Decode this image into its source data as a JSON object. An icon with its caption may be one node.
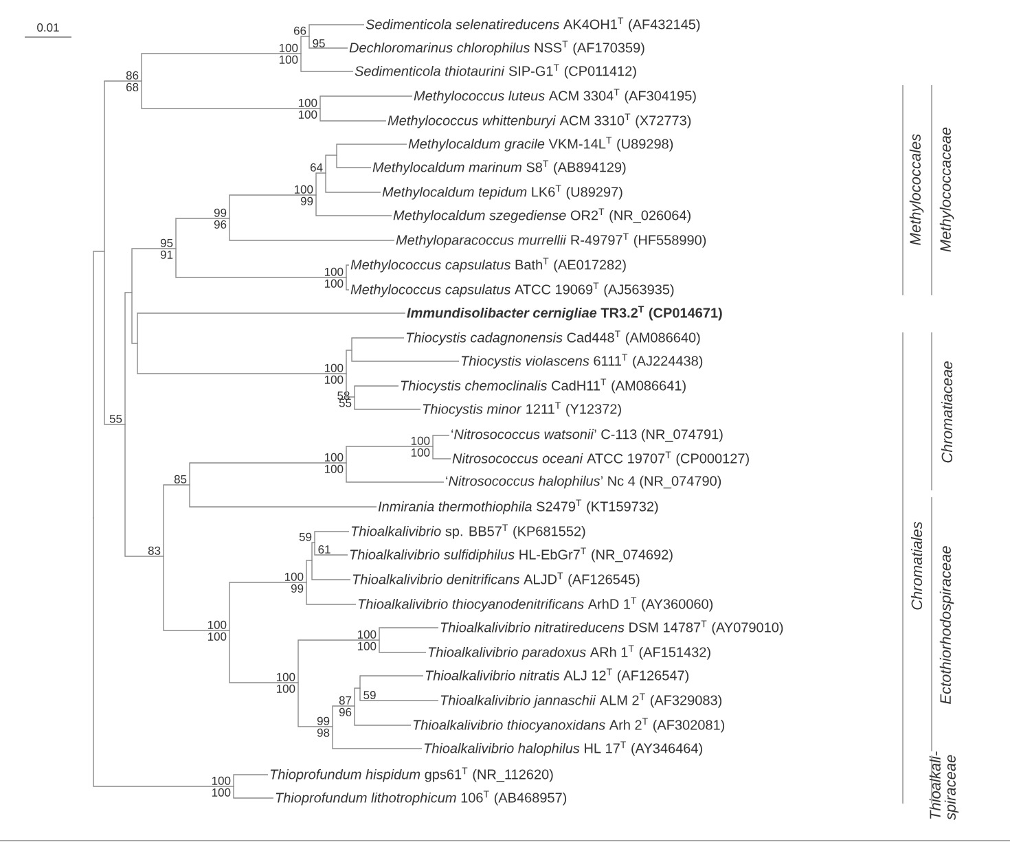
{
  "diagram": {
    "nodes": [
      {
        "text": [
          "*Sedimenticola selenatireducens* AK4OH1$^{T}$ (AF432145)"
        ]
      },
      {
        "text": [
          "*Dechloromarinus chlorophilus* NSS$^{T}$ (AF170359)"
        ]
      },
      {
        "text": [
          "*Sedimenticola thiotaurini* SIP-G1$^{T}$ (CP011412)"
        ]
      },
      {
        "text": [
          "*Methylococcus luteus* ACM 3304$^{T}$ (AF304195)"
        ]
      },
      {
        "text": [
          "*Methylococcus whittenburyi* ACM 3310$^{T}$ (X72773)"
        ]
      },
      {
        "text": [
          "*Methylocaldum gracile* VKM-14L$^{T}$ (U89298)"
        ]
      },
      {
        "text": [
          "*Methylocaldum marinum* S8$^{T}$ (AB894129)"
        ]
      },
      {
        "text": [
          "*Methylocaldum tepidum* LK6$^{T}$ (U89297)"
        ]
      },
      {
        "text": [
          "*Methylocaldum szegediense* OR2$^{T}$ (NR_026064)"
        ]
      },
      {
        "text": [
          "*Methyloparacoccus murrellii* R-49797$^{T}$ (HF558990)"
        ]
      },
      {
        "text": [
          "*Methylococcus capsulatus* Bath$^{T}$ (AE017282)"
        ]
      },
      {
        "text": [
          "*Methylococcus capsulatus* ATCC 19069$^{T}$ (AJ563935)"
        ]
      },
      {
        "text": [
          "*Immundisolibacter cernigliae* TR3.2$^{T}$ (CP014671)"
        ]
      },
      {
        "text": [
          "*Thiocystis cadagnonensis* Cad448$^{T}$ (AM086640)"
        ]
      },
      {
        "text": [
          "*Thiocystis violascens* 6111$^{T}$ (AJ224438)"
        ]
      },
      {
        "text": [
          "*Thiocystis chemoclinalis* CadH11$^{T}$ (AM086641)"
        ]
      },
      {
        "text": [
          "*Thiocystis minor* 1211$^{T}$ (Y12372)"
        ]
      },
      {
        "text": [
          "‘*Nitrosococcus watsonii*’ C-113 (NR_074791)"
        ]
      },
      {
        "text": [
          "*Nitrosococcus oceani* ATCC 19707$^{T}$ (CP000127)"
        ]
      },
      {
        "text": [
          "‘*Nitrosococcus halophilus*’ Nc 4 (NR_074790)"
        ]
      },
      {
        "text": [
          "*Inmirania thermothiophila* S2479$^{T}$ (KT159732)"
        ]
      },
      {
        "text": [
          "*Thioalkalivibrio* sp. BB57$^{T}$ (KP681552)"
        ]
      },
      {
        "text": [
          "*Thioalkalivibrio sulfidiphilus* HL-EbGr7$^{T}$ (NR_074692)"
        ]
      },
      {
        "text": [
          "*Thioalkalivibrio denitrificans* ALJD$^{T}$ (AF126545)"
        ]
      },
      {
        "text": [
          "*Thioalkalivibrio thiocyanodenitrificans* ArhD 1$^{T}$ (AY360060)"
        ]
      },
      {
        "text": [
          "*Thioalkalivibrio nitratireducens* DSM 14787$^{T}$ (AY079010)"
        ]
      },
      {
        "text": [
          "*Thioalkalivibrio paradoxus* ARh 1$^{T}$ (AF151432)"
        ]
      },
      {
        "text": [
          "*Thioalkalivibrio nitratis* ALJ 12$^{T}$ (AF126547)"
        ]
      },
      {
        "text": [
          "*Thioalkalivibrio jannaschii* ALM 2$^{T}$ (AF329083)"
        ]
      },
      {
        "text": [
          "*Thioalkalivibrio thiocyanoxidans* Arh 2$^{T}$ (AF302081)"
        ]
      },
      {
        "text": [
          "*Thioalkalivibrio halophilus* HL 17$^{T}$ (AY346464)"
        ]
      },
      {
        "text": [
          "*Thioprofundum hispidum* gps61$^{T}$ (NR_112620)"
        ]
      },
      {
        "text": [
          "*Thioprofundum lithotrophicum* 106$^{T}$ (AB468957)"
        ]
      },
      {
        "text": [],
        "shape": "point"
      },
      {
        "text": [],
        "shape": "point"
      },
      {
        "text": [],
        "shape": "point",
        "beside": [
          "55"
        ]
      },
      {
        "text": [],
        "shape": "point"
      },
      {
        "text": [],
        "shape": "point"
      },
      {
        "text": [],
        "shape": "point",
        "beside": [
          "86",
          "68"
        ]
      },
      {
        "text": [],
        "shape": "point",
        "beside": [
          "83"
        ]
      },
      {
        "text": [],
        "shape": "point",
        "beside": [
          "95",
          "91"
        ]
      },
      {
        "text": [],
        "shape": "point",
        "beside": [
          "85"
        ]
      },
      {
        "text": [],
        "shape": "point",
        "beside": [
          "99",
          "96"
        ]
      },
      {
        "text": [],
        "shape": "point",
        "beside": [
          "100",
          "100"
        ]
      },
      {
        "text": [],
        "shape": "point",
        "beside": [
          "100",
          "100"
        ]
      },
      {
        "text": [],
        "shape": "point",
        "beside": [
          "100",
          "100"
        ]
      },
      {
        "text": [],
        "shape": "point",
        "beside": [
          "100",
          "100"
        ]
      },
      {
        "text": [],
        "shape": "point",
        "beside": [
          "100",
          "99"
        ]
      },
      {
        "text": [],
        "shape": "point",
        "beside": [
          "66",
          "95"
        ]
      },
      {
        "text": [],
        "shape": "point"
      },
      {
        "text": [],
        "shape": "point",
        "beside": [
          "59",
          "61"
        ]
      },
      {
        "text": [],
        "shape": "point",
        "beside": [
          "100",
          "99"
        ]
      },
      {
        "text": [],
        "shape": "point",
        "beside": [
          "100",
          "100"
        ]
      },
      {
        "text": [],
        "shape": "point",
        "beside": [
          "64"
        ]
      },
      {
        "text": [],
        "shape": "point",
        "beside": [
          "99",
          "98"
        ]
      },
      {
        "text": [],
        "shape": "point"
      },
      {
        "text": [],
        "shape": "point",
        "beside": [
          "100",
          "100"
        ]
      },
      {
        "text": [],
        "shape": "point",
        "beside": [
          "100",
          "100"
        ]
      },
      {
        "text": [],
        "shape": "point",
        "beside": [
          "100",
          "100"
        ]
      },
      {
        "text": [],
        "shape": "point"
      },
      {
        "text": [],
        "shape": "point",
        "beside": [
          "58",
          "55"
        ]
      },
      {
        "text": [],
        "shape": "point",
        "beside": [
          "87",
          "96"
        ]
      },
      {
        "text": [],
        "shape": "point",
        "beside": [
          "59"
        ]
      },
      {
        "text": [],
        "shape": "point",
        "beside": [
          "100",
          "100"
        ]
      },
      {
        "text": [],
        "shape": "point",
        "beside": [
          "100",
          "100"
        ]
      }
    ],
    "edges": [
      {
        "from": 33,
        "to": 34,
        "arrow": "none"
      },
      {
        "from": 33,
        "to": 44,
        "arrow": "none"
      },
      {
        "from": 34,
        "to": 38,
        "arrow": "none"
      },
      {
        "from": 34,
        "to": 35,
        "arrow": "none"
      },
      {
        "from": 38,
        "to": 46,
        "arrow": "none"
      },
      {
        "from": 38,
        "to": 52,
        "arrow": "none"
      },
      {
        "from": 46,
        "to": 48,
        "arrow": "none"
      },
      {
        "from": 46,
        "to": 2,
        "arrow": "none"
      },
      {
        "from": 48,
        "to": 0,
        "arrow": "none"
      },
      {
        "from": 48,
        "to": 1,
        "arrow": "none"
      },
      {
        "from": 52,
        "to": 3,
        "arrow": "none"
      },
      {
        "from": 52,
        "to": 4,
        "arrow": "none"
      },
      {
        "from": 35,
        "to": 36,
        "arrow": "none"
      },
      {
        "from": 35,
        "to": 39,
        "arrow": "none"
      },
      {
        "from": 36,
        "to": 40,
        "arrow": "none"
      },
      {
        "from": 36,
        "to": 37,
        "arrow": "none"
      },
      {
        "from": 40,
        "to": 42,
        "arrow": "none"
      },
      {
        "from": 40,
        "to": 56,
        "arrow": "none"
      },
      {
        "from": 42,
        "to": 51,
        "arrow": "none"
      },
      {
        "from": 42,
        "to": 9,
        "arrow": "none"
      },
      {
        "from": 51,
        "to": 53,
        "arrow": "none"
      },
      {
        "from": 51,
        "to": 8,
        "arrow": "none"
      },
      {
        "from": 53,
        "to": 55,
        "arrow": "none"
      },
      {
        "from": 53,
        "to": 7,
        "arrow": "none"
      },
      {
        "from": 55,
        "to": 5,
        "arrow": "none"
      },
      {
        "from": 55,
        "to": 6,
        "arrow": "none"
      },
      {
        "from": 56,
        "to": 10,
        "arrow": "none"
      },
      {
        "from": 56,
        "to": 11,
        "arrow": "none"
      },
      {
        "from": 37,
        "to": 12,
        "arrow": "none"
      },
      {
        "from": 37,
        "to": 57,
        "arrow": "none"
      },
      {
        "from": 57,
        "to": 59,
        "arrow": "none"
      },
      {
        "from": 57,
        "to": 60,
        "arrow": "none"
      },
      {
        "from": 59,
        "to": 13,
        "arrow": "none"
      },
      {
        "from": 59,
        "to": 14,
        "arrow": "none"
      },
      {
        "from": 60,
        "to": 15,
        "arrow": "none"
      },
      {
        "from": 60,
        "to": 16,
        "arrow": "none"
      },
      {
        "from": 39,
        "to": 41,
        "arrow": "none"
      },
      {
        "from": 39,
        "to": 43,
        "arrow": "none"
      },
      {
        "from": 41,
        "to": 58,
        "arrow": "none"
      },
      {
        "from": 41,
        "to": 20,
        "arrow": "none"
      },
      {
        "from": 58,
        "to": 64,
        "arrow": "none"
      },
      {
        "from": 58,
        "to": 19,
        "arrow": "none"
      },
      {
        "from": 64,
        "to": 17,
        "arrow": "none"
      },
      {
        "from": 64,
        "to": 18,
        "arrow": "none"
      },
      {
        "from": 43,
        "to": 47,
        "arrow": "none"
      },
      {
        "from": 43,
        "to": 45,
        "arrow": "none"
      },
      {
        "from": 47,
        "to": 49,
        "arrow": "none"
      },
      {
        "from": 47,
        "to": 24,
        "arrow": "none"
      },
      {
        "from": 49,
        "to": 50,
        "arrow": "none"
      },
      {
        "from": 49,
        "to": 23,
        "arrow": "none"
      },
      {
        "from": 50,
        "to": 21,
        "arrow": "none"
      },
      {
        "from": 50,
        "to": 22,
        "arrow": "none"
      },
      {
        "from": 45,
        "to": 63,
        "arrow": "none"
      },
      {
        "from": 45,
        "to": 54,
        "arrow": "none"
      },
      {
        "from": 63,
        "to": 25,
        "arrow": "none"
      },
      {
        "from": 63,
        "to": 26,
        "arrow": "none"
      },
      {
        "from": 54,
        "to": 61,
        "arrow": "none"
      },
      {
        "from": 54,
        "to": 30,
        "arrow": "none"
      },
      {
        "from": 61,
        "to": 62,
        "arrow": "none"
      },
      {
        "from": 61,
        "to": 29,
        "arrow": "none"
      },
      {
        "from": 62,
        "to": 27,
        "arrow": "none"
      },
      {
        "from": 62,
        "to": 28,
        "arrow": "none"
      },
      {
        "from": 44,
        "to": 31,
        "arrow": "none"
      },
      {
        "from": 44,
        "to": 32,
        "arrow": "none"
      }
    ],
    "labels": [
      "0.01",
      "Methylococcales",
      "Methylococcaceae",
      "Chromatiales",
      "Chromatiaceae",
      "Ectothiorhodospiraceae",
      "Thioalkali- spiraceae"
    ]
  }
}
